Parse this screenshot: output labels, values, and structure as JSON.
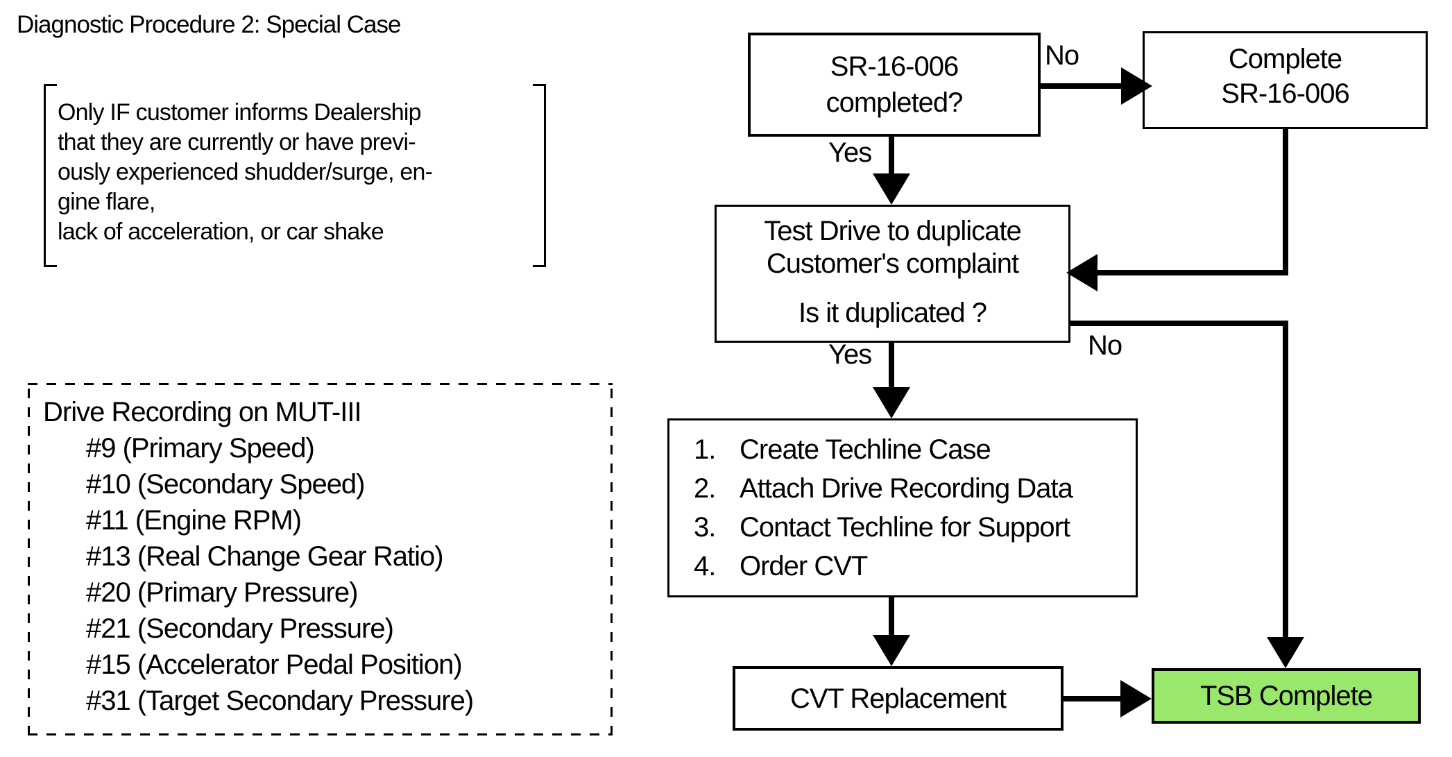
{
  "title": "Diagnostic Procedure 2: Special Case",
  "colors": {
    "tsb_complete_bg": "#9AE86B",
    "line_color": "#000000"
  },
  "condition_note": {
    "lines": [
      "Only IF customer informs Dealership",
      "that they are currently or have previ-",
      "ously experienced shudder/surge, en-",
      "gine flare,",
      "lack of acceleration, or car shake"
    ]
  },
  "drive_recording": {
    "title": "Drive Recording on MUT-III",
    "items": [
      "#9 (Primary Speed)",
      "#10 (Secondary Speed)",
      "#11 (Engine RPM)",
      "#13 (Real Change Gear Ratio)",
      "#20 (Primary Pressure)",
      "#21 (Secondary Pressure)",
      "#15 (Accelerator Pedal Position)",
      "#31 (Target Secondary Pressure)"
    ]
  },
  "flowchart": {
    "sr_check": {
      "line1": "SR-16-006",
      "line2": "completed?"
    },
    "complete_sr": {
      "line1": "Complete",
      "line2": "SR-16-006"
    },
    "test_drive": {
      "line1": "Test Drive to duplicate",
      "line2": "Customer's complaint",
      "question": "Is it duplicated ?"
    },
    "techline_steps": {
      "items": [
        {
          "num": "1.",
          "text": "Create Techline Case"
        },
        {
          "num": "2.",
          "text": "Attach Drive Recording Data"
        },
        {
          "num": "3.",
          "text": "Contact Techline for Support"
        },
        {
          "num": "4.",
          "text": "Order CVT"
        }
      ]
    },
    "cvt_replacement": {
      "label": "CVT Replacement"
    },
    "tsb_complete": {
      "label": "TSB Complete"
    },
    "labels": {
      "no_top": "No",
      "yes_top": "Yes",
      "no_mid": "No",
      "yes_mid": "Yes"
    }
  }
}
